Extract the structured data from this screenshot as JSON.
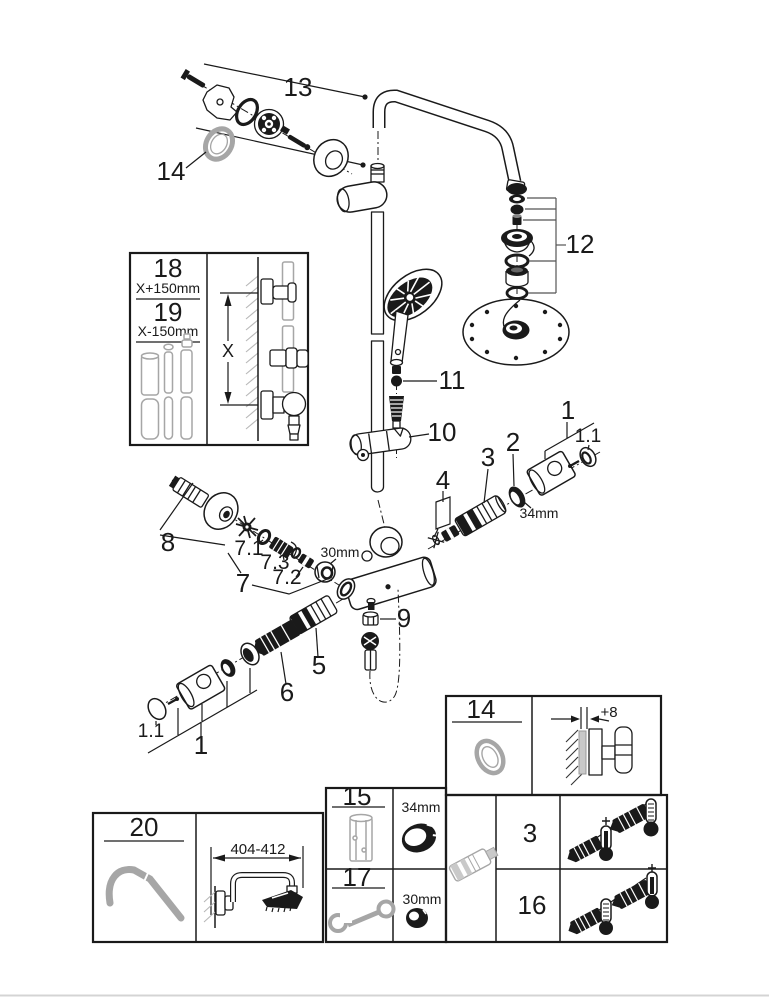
{
  "labels": {
    "part13": "13",
    "part14": "14",
    "part12": "12",
    "part11": "11",
    "part10": "10",
    "part8": "8",
    "part7": "7",
    "part7_1": "7.1",
    "part7_2": "7.2",
    "part7_3": "7.3",
    "dim_30mm": "30mm",
    "part4": "4",
    "part3": "3",
    "part2": "2",
    "dim_34mm": "34mm",
    "part1_upper": "1",
    "part1_1_upper": "1.1",
    "part9": "9",
    "part5": "5",
    "part6": "6",
    "part1_lower": "1",
    "part1_1_lower": "1.1"
  },
  "inset_rail": {
    "part18": "18",
    "dim18": "X+150mm",
    "part19": "19",
    "dim19": "X-150mm",
    "dimX": "X"
  },
  "inset_arm": {
    "part20": "20",
    "dim": "404-412"
  },
  "table": {
    "row14": {
      "num": "14",
      "dim": "+8"
    },
    "row15": {
      "num": "15",
      "dim": "34mm"
    },
    "row17": {
      "num": "17",
      "dim": "30mm"
    },
    "row3": {
      "num": "3"
    },
    "row16": {
      "num": "16"
    }
  },
  "colors": {
    "ink": "#1a1a1a",
    "grey_part": "#a6a6a6",
    "footer_rule": "#d4d4d4"
  }
}
